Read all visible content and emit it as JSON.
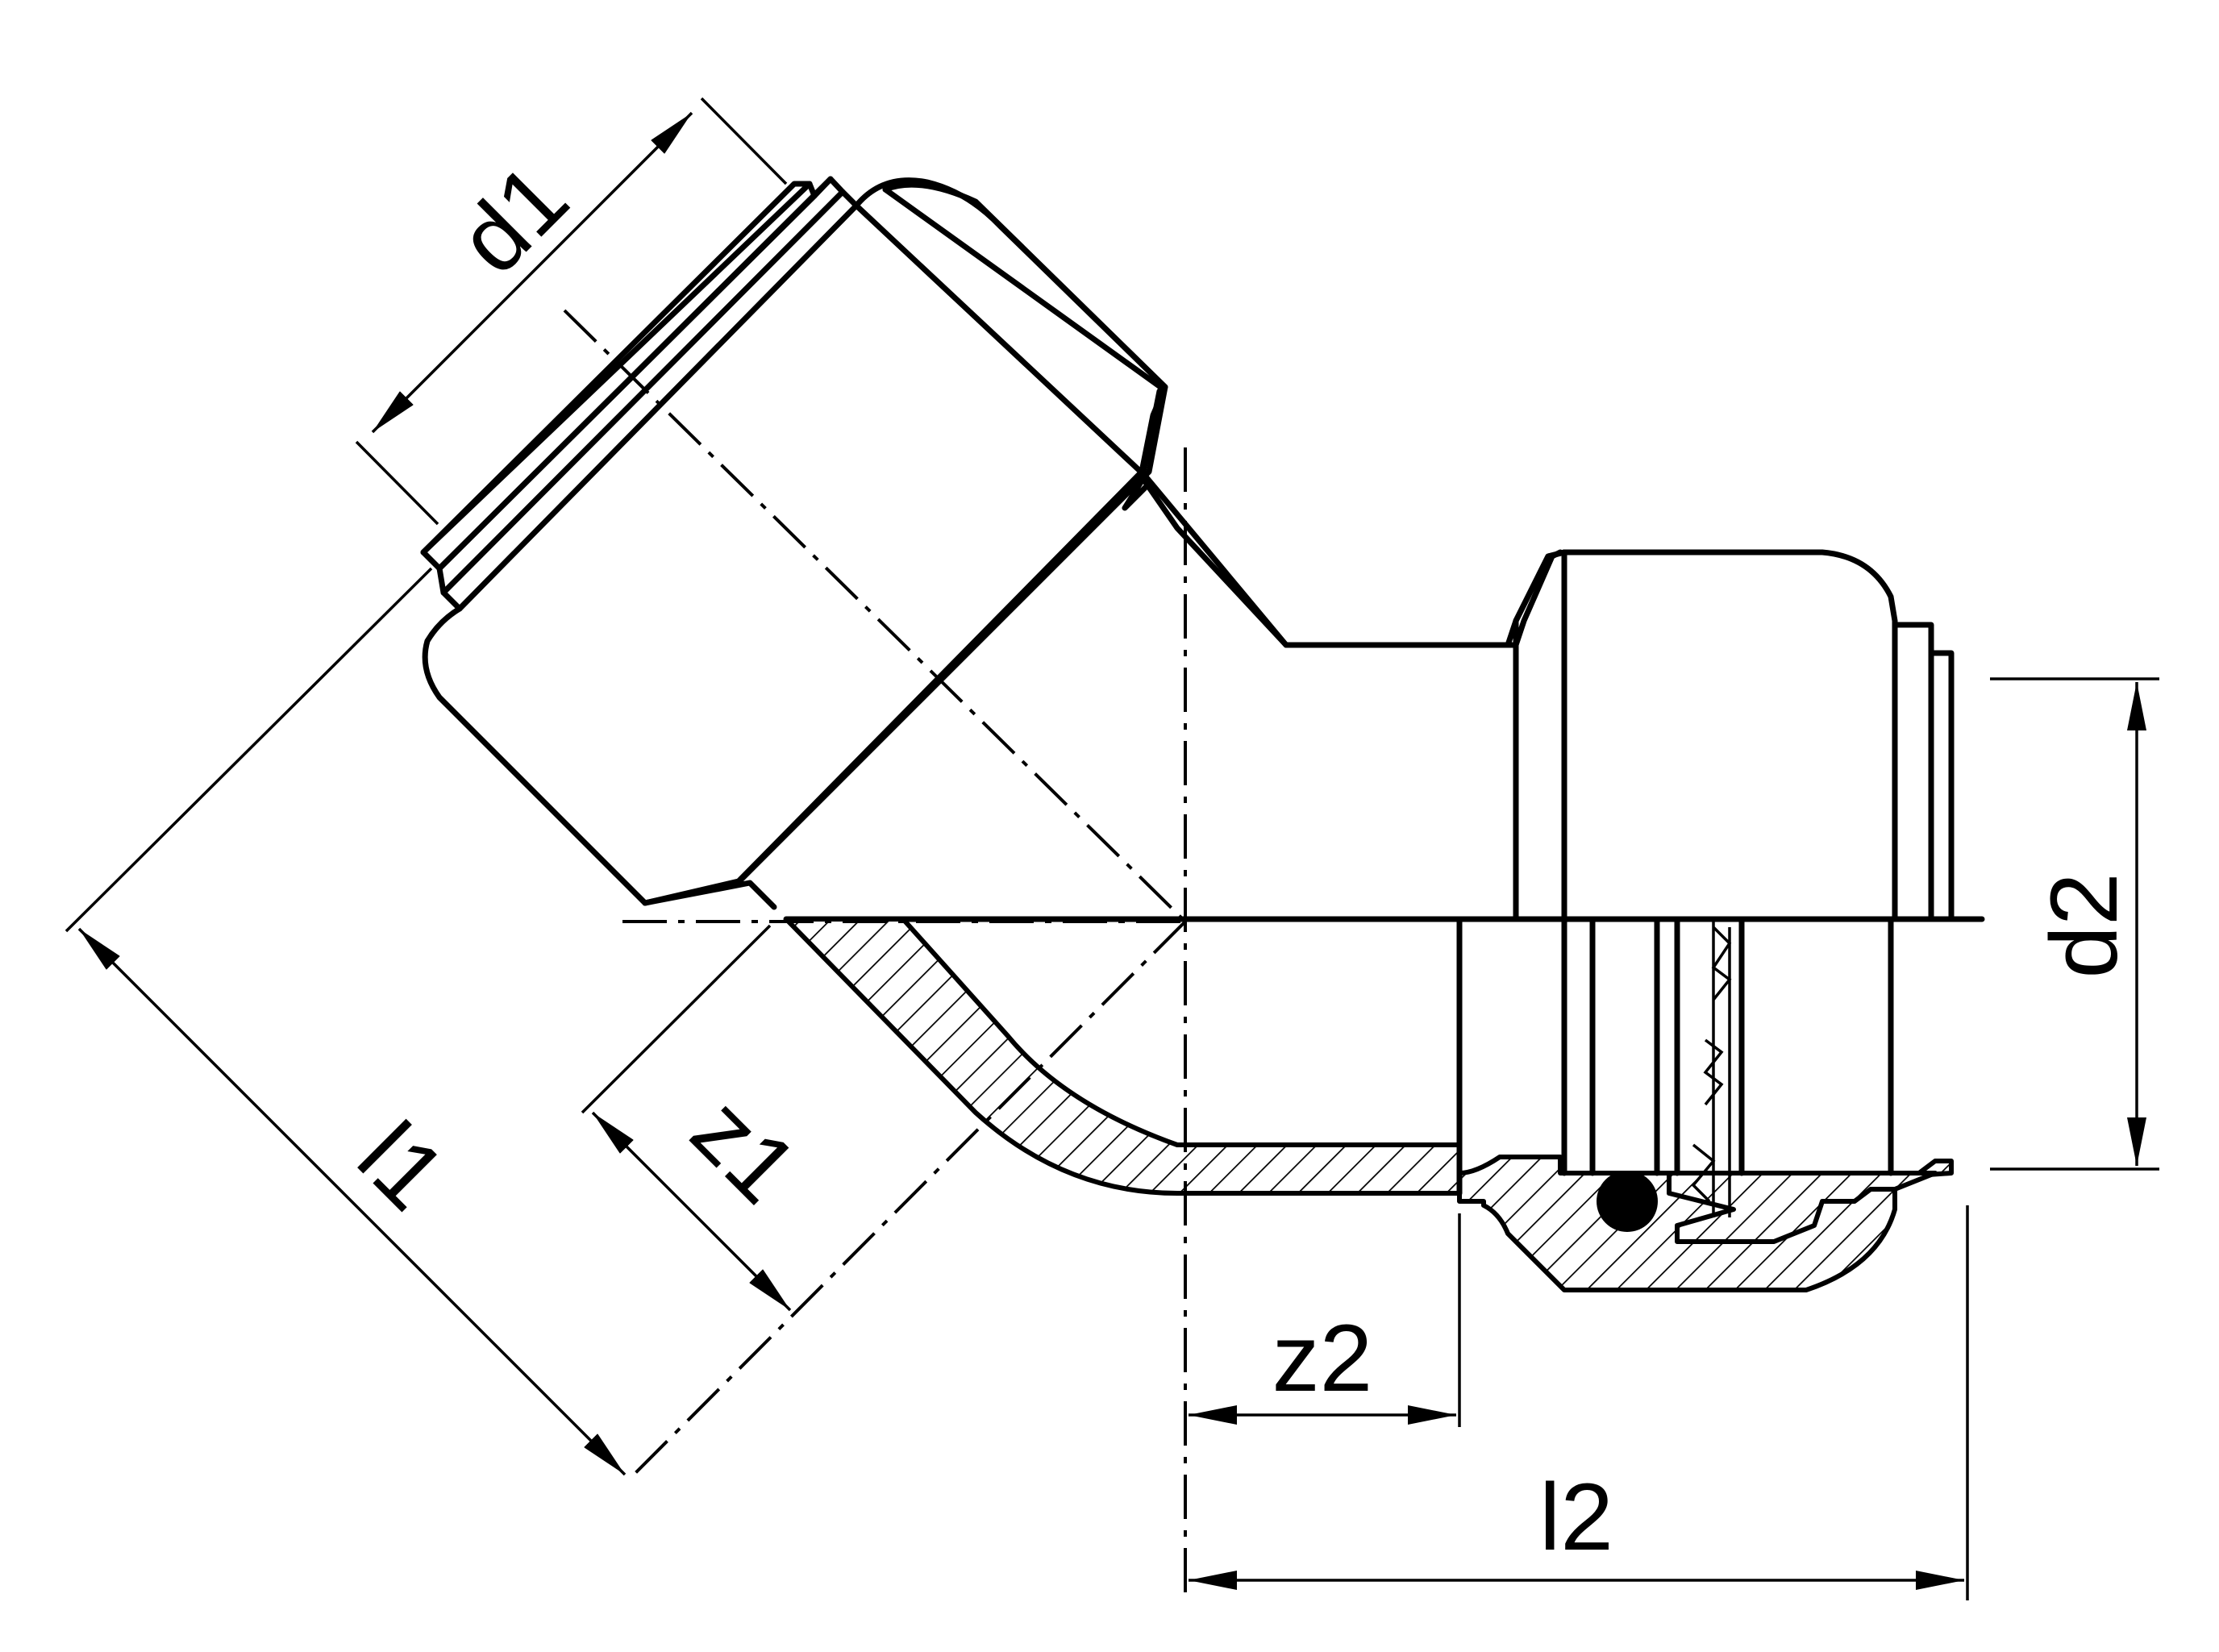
{
  "labels": {
    "d1": "d1",
    "d2": "d2",
    "l1": "l1",
    "l2": "l2",
    "z1": "z1",
    "z2": "z2"
  },
  "colors": {
    "line": "#000000",
    "background": "#ffffff"
  }
}
